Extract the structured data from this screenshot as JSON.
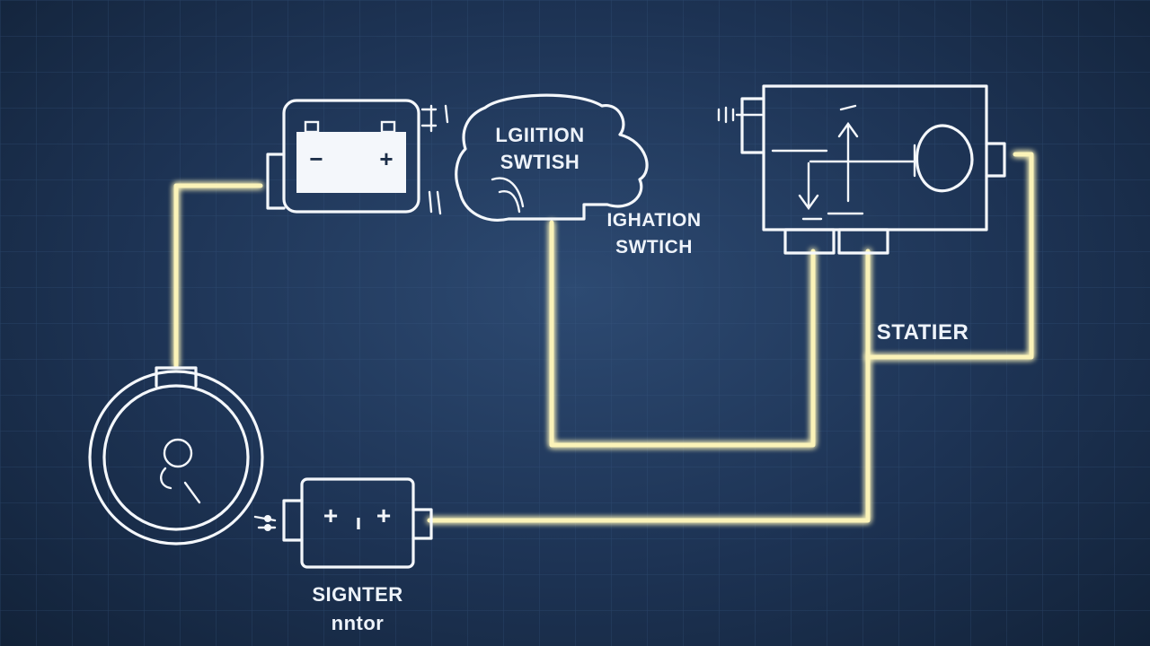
{
  "labels": {
    "ignition_switch_inside_line1": "LGIITION",
    "ignition_switch_inside_line2": "SWTISH",
    "ignition_switch_below_line1": "IGHATION",
    "ignition_switch_below_line2": "SWTICH",
    "starter": "STATIER",
    "starter_motor_line1": "SIGNTER",
    "starter_motor_line2": "nntor"
  },
  "symbols": {
    "battery_minus": "−",
    "battery_plus": "+",
    "small_box_plus_left": "+",
    "small_box_mark": "ı",
    "small_box_plus_right": "+"
  },
  "colors": {
    "background": "#1d3354",
    "grid": "#3a5a86",
    "wire_glow": "#fbf3b8",
    "component_outline": "#f4f7fb"
  }
}
